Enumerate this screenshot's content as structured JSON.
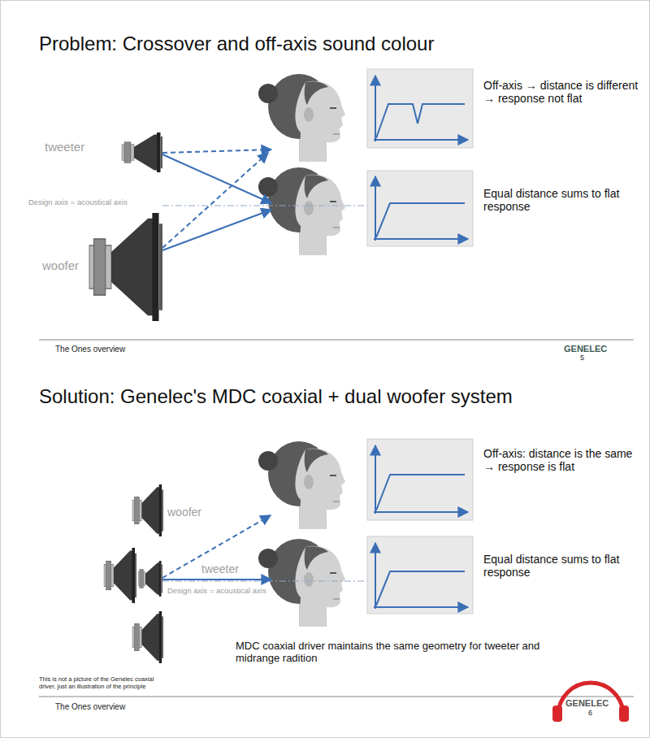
{
  "diagram": {
    "nodes": [
      {
        "text": [
          "Problem: Crossover and off-axis sound colour"
        ]
      },
      {
        "text": [
          "Off-axis → distance is different → response not flat"
        ],
        "in": 0
      },
      {
        "text": [
          "Equal distance sums to flat response"
        ],
        "in": 0
      },
      {
        "text": [
          "Solution: Genelec's MDC coaxial + dual woofer system"
        ]
      },
      {
        "text": [
          "Off-axis: distance is the same → response is flat"
        ],
        "in": 3
      },
      {
        "text": [
          "Equal distance sums to flat response"
        ],
        "in": 3
      }
    ],
    "labels": [
      "tweeter",
      "Design axis = acoustical axis",
      "woofer",
      "The Ones overview",
      "GENELEC",
      "5",
      "woofer",
      "tweeter",
      "Design axis = acoustical axis",
      "MDC coaxial driver maintains the same geometry for tweeter and midrange radition",
      "This is not a picture of the Genelec coaxial driver, just an illustration of the principle",
      "The Ones overview",
      "GENELEC",
      "6"
    ]
  }
}
